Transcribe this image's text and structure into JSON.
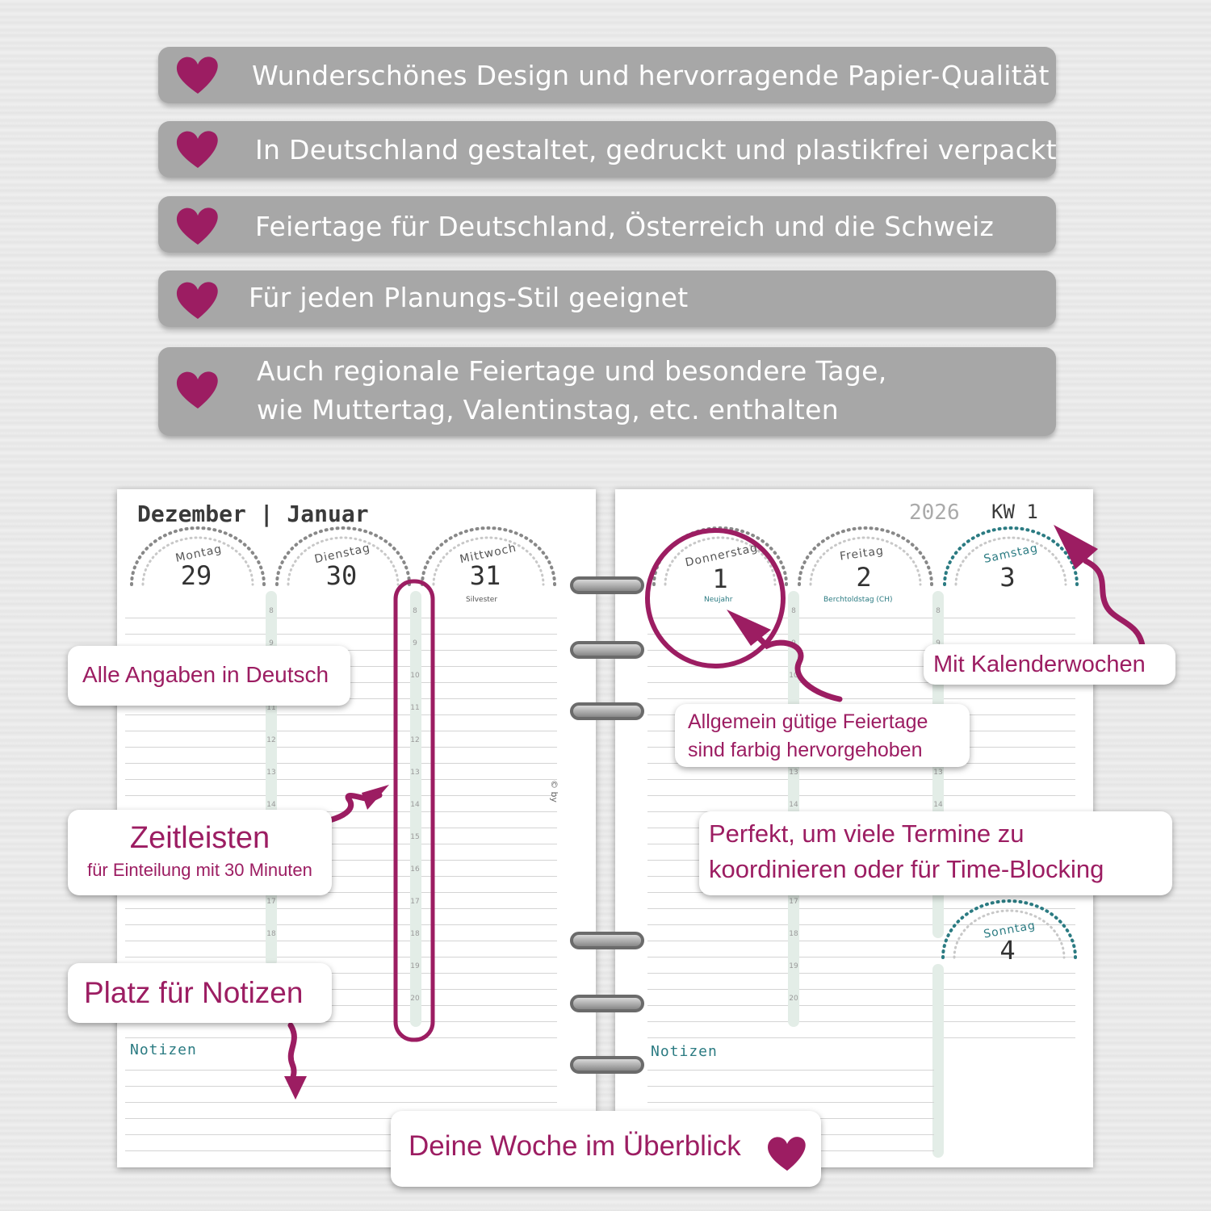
{
  "features": [
    "Wunderschönes Design und hervorragende Papier-Qualität",
    "In Deutschland gestaltet, gedruckt und plastikfrei verpackt",
    "Feiertage für Deutschland, Österreich und die Schweiz",
    "Für jeden Planungs-Stil geeignet",
    "Auch regionale Feiertage und besondere Tage,",
    "wie Muttertag, Valentinstag, etc. enthalten"
  ],
  "planner": {
    "left_title": "Dezember | Januar",
    "year": "2026",
    "week": "KW 1",
    "days": [
      {
        "name": "Montag",
        "num": "29",
        "holiday": ""
      },
      {
        "name": "Dienstag",
        "num": "30",
        "holiday": ""
      },
      {
        "name": "Mittwoch",
        "num": "31",
        "holiday": "Silvester"
      },
      {
        "name": "Donnerstag",
        "num": "1",
        "holiday": "Neujahr"
      },
      {
        "name": "Freitag",
        "num": "2",
        "holiday": "Berchtoldstag (CH)"
      },
      {
        "name": "Samstag",
        "num": "3",
        "holiday": ""
      },
      {
        "name": "Sonntag",
        "num": "4",
        "holiday": ""
      }
    ],
    "hours": [
      "8",
      "9",
      "10",
      "11",
      "12",
      "13",
      "14",
      "15",
      "16",
      "17",
      "18",
      "19",
      "20"
    ],
    "notes_label": "Notizen",
    "brand": "© by"
  },
  "callouts": {
    "deutsch": "Alle Angaben in Deutsch",
    "zeit_title": "Zeitleisten",
    "zeit_sub": "für Einteilung mit 30 Minuten",
    "notizen": "Platz für Notizen",
    "kalender": "Mit Kalenderwochen",
    "feiertage_1": "Allgemein gütige Feiertage",
    "feiertage_2": "sind farbig hervorgehoben",
    "termine_1": "Perfekt, um viele Termine zu",
    "termine_2": "koordinieren oder für Time-Blocking",
    "woche": "Deine Woche im Überblick"
  },
  "colors": {
    "accent": "#9c1d62",
    "teal": "#2b7b82",
    "banner": "#a7a7a7"
  }
}
